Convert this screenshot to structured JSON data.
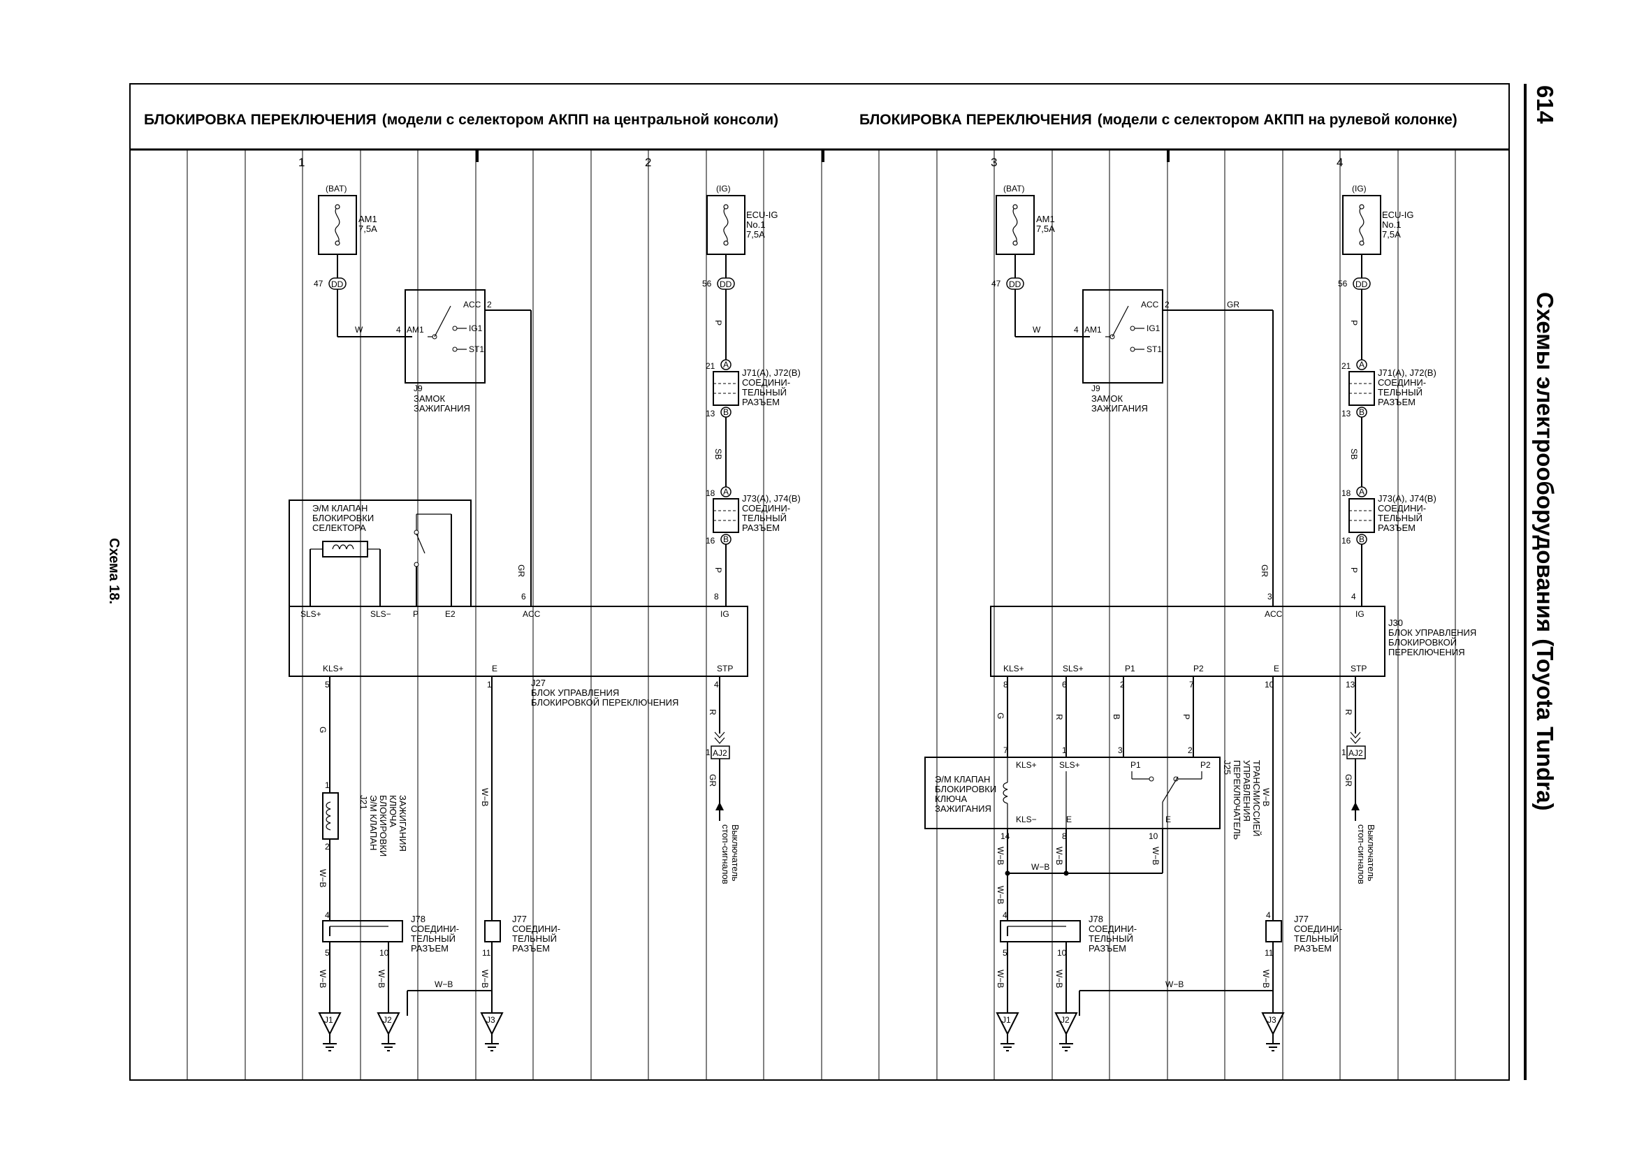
{
  "page": {
    "number": "614",
    "section_title": "Схемы электрооборудования (Toyota Tundra)",
    "scheme_label": "Схема 18."
  },
  "headers": {
    "left": {
      "bold": "БЛОКИРОВКА ПЕРЕКЛЮЧЕНИЯ",
      "rest": "(модели с селектором АКПП на центральной консоли)"
    },
    "right": {
      "bold": "БЛОКИРОВКА ПЕРЕКЛЮЧЕНИЯ",
      "rest": "(модели с селектором АКПП на рулевой колонке)"
    }
  },
  "columns": [
    "1",
    "2",
    "3",
    "4"
  ],
  "left": {
    "bat": "(BAT)",
    "fuse_am1": [
      "AM1",
      "7,5A"
    ],
    "pin47": "47",
    "dd": "DD",
    "wire_w": "W",
    "pin4": "4",
    "ign": {
      "am1": "AM1",
      "acc": "ACC",
      "acc_pin": "2",
      "ig1": "IG1",
      "st1": "ST1",
      "id": "J9",
      "name": [
        "ЗАМОК",
        "ЗАЖИГАНИЯ"
      ]
    },
    "ig": "(IG)",
    "fuse_ecu": [
      "ECU-IG",
      "No.1",
      "7,5A"
    ],
    "pin56": "56",
    "wire_p": "P",
    "j71": {
      "pin_a": "21",
      "a": "A",
      "pin_b": "13",
      "b": "B",
      "label": [
        "J71(A), J72(B)",
        "СОЕДИНИ-",
        "ТЕЛЬНЫЙ",
        "РАЗЪЕМ"
      ]
    },
    "wire_sb": "SB",
    "j73": {
      "pin_a": "18",
      "a": "A",
      "pin_b": "16",
      "b": "B",
      "label": [
        "J73(A), J74(B)",
        "СОЕДИНИ-",
        "ТЕЛЬНЫЙ",
        "РАЗЪЕМ"
      ]
    },
    "solenoid": [
      "Э/М КЛАПАН",
      "БЛОКИРОВКИ",
      "СЕЛЕКТОРА"
    ],
    "wire_gr": "GR",
    "pin6": "6",
    "pin8": "8",
    "ecu_top": {
      "sls_plus": "SLS+",
      "sls_minus": "SLS−",
      "p": "P",
      "e2": "E2",
      "acc": "ACC",
      "ig": "IG"
    },
    "ecu_bot": {
      "kls": "KLS+",
      "e": "E",
      "stp": "STP"
    },
    "ecu_pins": {
      "kls": "5",
      "e": "1",
      "stp": "4"
    },
    "ecu_label": [
      "J27",
      "БЛОК УПРАВЛЕНИЯ",
      "БЛОКИРОВКОЙ ПЕРЕКЛЮЧЕНИЯ"
    ],
    "wire_g": "G",
    "wire_r": "R",
    "aj2_pin": "1",
    "aj2": "AJ2",
    "j21": {
      "pin1": "1",
      "pin2": "2",
      "label": [
        "J21",
        "Э/М КЛАПАН",
        "БЛОКИРОВКИ",
        "КЛЮЧА",
        "ЗАЖИГАНИЯ"
      ]
    },
    "wire_wb": "W−B",
    "stop": [
      "Выключатель",
      "стоп-сигналов"
    ],
    "j78": {
      "pin4": "4",
      "pin5": "5",
      "pin10": "10",
      "label": [
        "J78",
        "СОЕДИНИ-",
        "ТЕЛЬНЫЙ",
        "РАЗЪЕМ"
      ]
    },
    "j77": {
      "pin_top": "",
      "pin11": "11",
      "label": [
        "J77",
        "СОЕДИНИ-",
        "ТЕЛЬНЫЙ",
        "РАЗЪЕМ"
      ]
    },
    "grounds": [
      "J1",
      "J2",
      "J3"
    ]
  },
  "right": {
    "bat": "(BAT)",
    "fuse_am1": [
      "AM1",
      "7,5A"
    ],
    "pin47": "47",
    "dd": "DD",
    "wire_w": "W",
    "pin4": "4",
    "wire_gr": "GR",
    "ign": {
      "am1": "AM1",
      "acc": "ACC",
      "acc_pin": "2",
      "ig1": "IG1",
      "st1": "ST1",
      "id": "J9",
      "name": [
        "ЗАМОК",
        "ЗАЖИГАНИЯ"
      ]
    },
    "ig": "(IG)",
    "fuse_ecu": [
      "ECU-IG",
      "No.1",
      "7,5A"
    ],
    "pin56": "56",
    "wire_p": "P",
    "j71": {
      "pin_a": "21",
      "a": "A",
      "pin_b": "13",
      "b": "B",
      "label": [
        "J71(A), J72(B)",
        "СОЕДИНИ-",
        "ТЕЛЬНЫЙ",
        "РАЗЪЕМ"
      ]
    },
    "wire_sb": "SB",
    "j73": {
      "pin_a": "18",
      "a": "A",
      "pin_b": "16",
      "b": "B",
      "label": [
        "J73(A), J74(B)",
        "СОЕДИНИ-",
        "ТЕЛЬНЫЙ",
        "РАЗЪЕМ"
      ]
    },
    "pin3": "3",
    "pin4b": "4",
    "ecu_top": {
      "acc": "ACC",
      "ig": "IG"
    },
    "ecu_bot": {
      "kls": "KLS+",
      "sls": "SLS+",
      "p1": "P1",
      "p2": "P2",
      "e": "E",
      "stp": "STP"
    },
    "ecu_pins": {
      "kls": "8",
      "sls": "6",
      "p1": "2",
      "p2": "7",
      "e": "10",
      "stp": "13"
    },
    "ecu_label": [
      "J30",
      "БЛОК УПРАВЛЕНИЯ",
      "БЛОКИРОВКОЙ",
      "ПЕРЕКЛЮЧЕНИЯ"
    ],
    "wire_g": "G",
    "wire_r": "R",
    "wire_b": "B",
    "wire_wb": "W−B",
    "j25_pins_top": {
      "kls": "7",
      "sls": "1",
      "p1": "3",
      "p2": "2"
    },
    "j25_top": {
      "kls": "KLS+",
      "sls": "SLS+",
      "p1": "P1",
      "p2": "P2"
    },
    "j25_bot": {
      "kls": "KLS−",
      "e": "E",
      "e2": "E"
    },
    "j25_pins_bot": {
      "kls": "14",
      "e": "8",
      "e2": "10"
    },
    "solenoid": [
      "Э/М КЛАПАН",
      "БЛОКИРОВКИ",
      "КЛЮЧА",
      "ЗАЖИГАНИЯ"
    ],
    "j25_label": [
      "J25",
      "ПЕРЕКЛЮЧАТЕЛЬ",
      "УПРАВЛЕНИЯ",
      "ТРАНСМИССИЕЙ"
    ],
    "aj2_pin": "1",
    "aj2": "AJ2",
    "stop": [
      "Выключатель",
      "стоп-сигналов"
    ],
    "j78": {
      "pin4": "4",
      "pin5": "5",
      "pin10": "10",
      "label": [
        "J78",
        "СОЕДИНИ-",
        "ТЕЛЬНЫЙ",
        "РАЗЪЕМ"
      ]
    },
    "j77": {
      "pin4": "4",
      "pin11": "11",
      "label": [
        "J77",
        "СОЕДИНИ-",
        "ТЕЛЬНЫЙ",
        "РАЗЪЕМ"
      ]
    },
    "grounds": [
      "J1",
      "J2",
      "J3"
    ]
  }
}
